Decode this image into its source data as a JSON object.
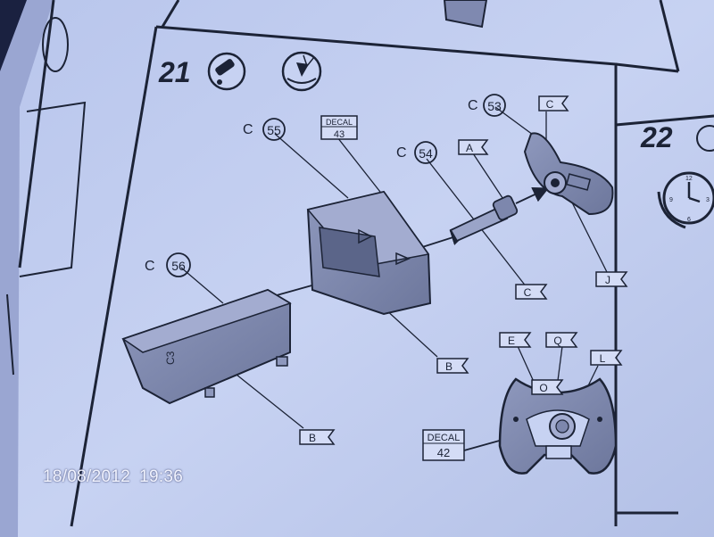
{
  "steps": [
    {
      "number": "21",
      "icons": [
        "glue-tube-icon",
        "decal-water-icon"
      ]
    },
    {
      "number": "22",
      "icons": [
        "drying-clock-icon"
      ]
    }
  ],
  "parts": {
    "c55": {
      "letter": "C",
      "num": "55"
    },
    "c54": {
      "letter": "C",
      "num": "54"
    },
    "c53": {
      "letter": "C",
      "num": "53"
    },
    "c56": {
      "letter": "C",
      "num": "56"
    }
  },
  "decals": [
    {
      "label": "DECAL",
      "num": "43"
    },
    {
      "label": "DECAL",
      "num": "42"
    }
  ],
  "flags": {
    "a": "A",
    "c_top": "C",
    "c_mid": "C",
    "j": "J",
    "b_right": "B",
    "b_left": "B",
    "e": "E",
    "q": "Q",
    "l": "L",
    "o": "O"
  },
  "part_mark": "C3",
  "timestamp": {
    "date": "18/08/2012",
    "time": "19:36"
  }
}
